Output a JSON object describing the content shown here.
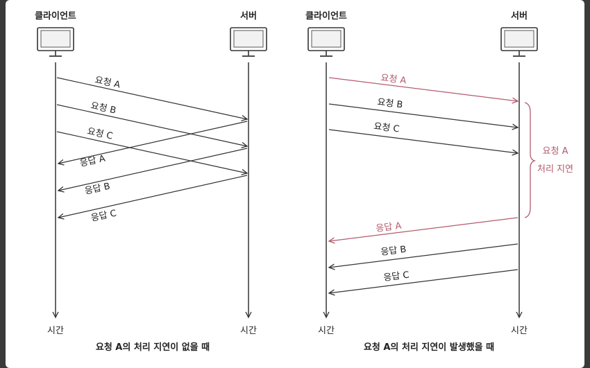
{
  "colors": {
    "line": "#333333",
    "delayed": "#b25a6c",
    "background": "#ffffff"
  },
  "icons": {
    "computer": "monitor-icon"
  },
  "left_panel": {
    "client_label": "클라이언트",
    "server_label": "서버",
    "time_left": "시간",
    "time_right": "시간",
    "caption": "요청 A의 처리 지연이 없을 때",
    "requests": [
      "요청 A",
      "요청 B",
      "요청 C"
    ],
    "responses": [
      "응답 A",
      "응답 B",
      "응답 C"
    ]
  },
  "right_panel": {
    "client_label": "클라이언트",
    "server_label": "서버",
    "time_left": "시간",
    "time_right": "시간",
    "caption": "요청 A의 처리 지연이 발생했을 때",
    "requests": [
      "요청 A",
      "요청 B",
      "요청 C"
    ],
    "responses": [
      "응답 A",
      "응답 B",
      "응답 C"
    ],
    "delay_label_line1": "요청 A",
    "delay_label_line2": "처리 지연"
  }
}
